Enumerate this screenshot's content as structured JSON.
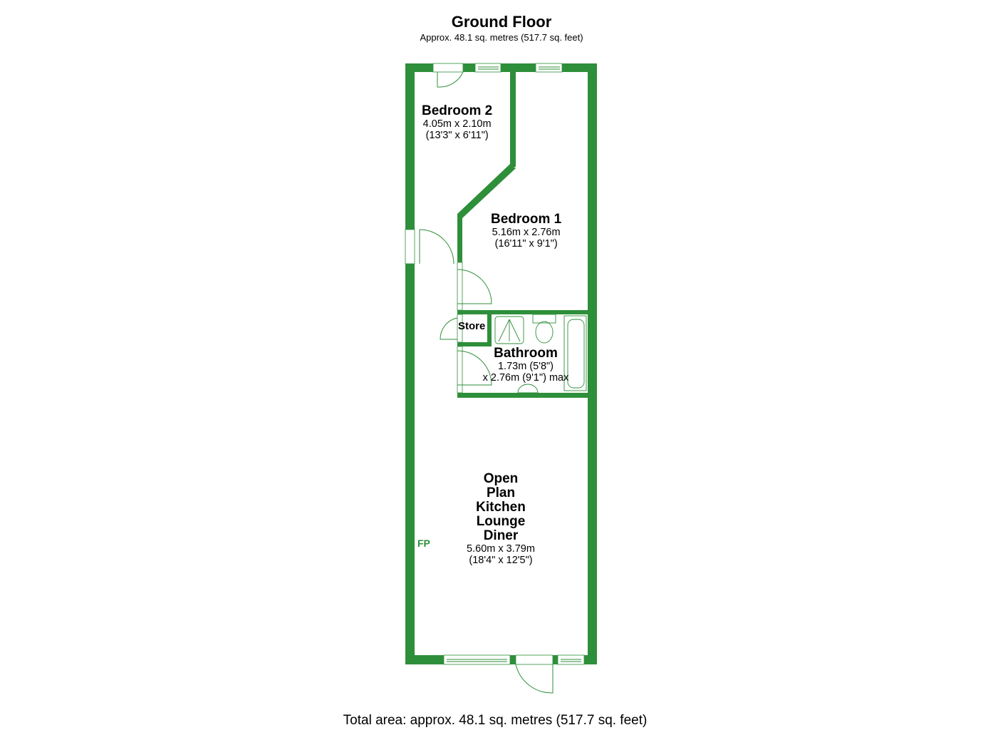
{
  "header": {
    "title": "Ground Floor",
    "subtitle": "Approx. 48.1 sq. metres (517.7 sq. feet)"
  },
  "rooms": [
    {
      "name": "Bedroom 2",
      "dim1": "4.05m x 2.10m",
      "dim2": "(13'3\" x 6'11\")"
    },
    {
      "name": "Bedroom 1",
      "dim1": "5.16m x 2.76m",
      "dim2": "(16'11\" x 9'1\")"
    },
    {
      "name": "Store"
    },
    {
      "name": "Bathroom",
      "dim1": "1.73m (5'8\")",
      "dim2": "x 2.76m (9'1\") max"
    },
    {
      "name_lines": [
        "Open",
        "Plan",
        "Kitchen",
        "Lounge",
        "Diner"
      ],
      "dim1": "5.60m x 3.79m",
      "dim2": "(18'4\" x 12'5\")"
    }
  ],
  "labels": {
    "fireplace": "FP"
  },
  "footer": {
    "total": "Total area: approx. 48.1 sq. metres (517.7 sq. feet)"
  },
  "colors": {
    "wall": "#2e8f3a"
  }
}
